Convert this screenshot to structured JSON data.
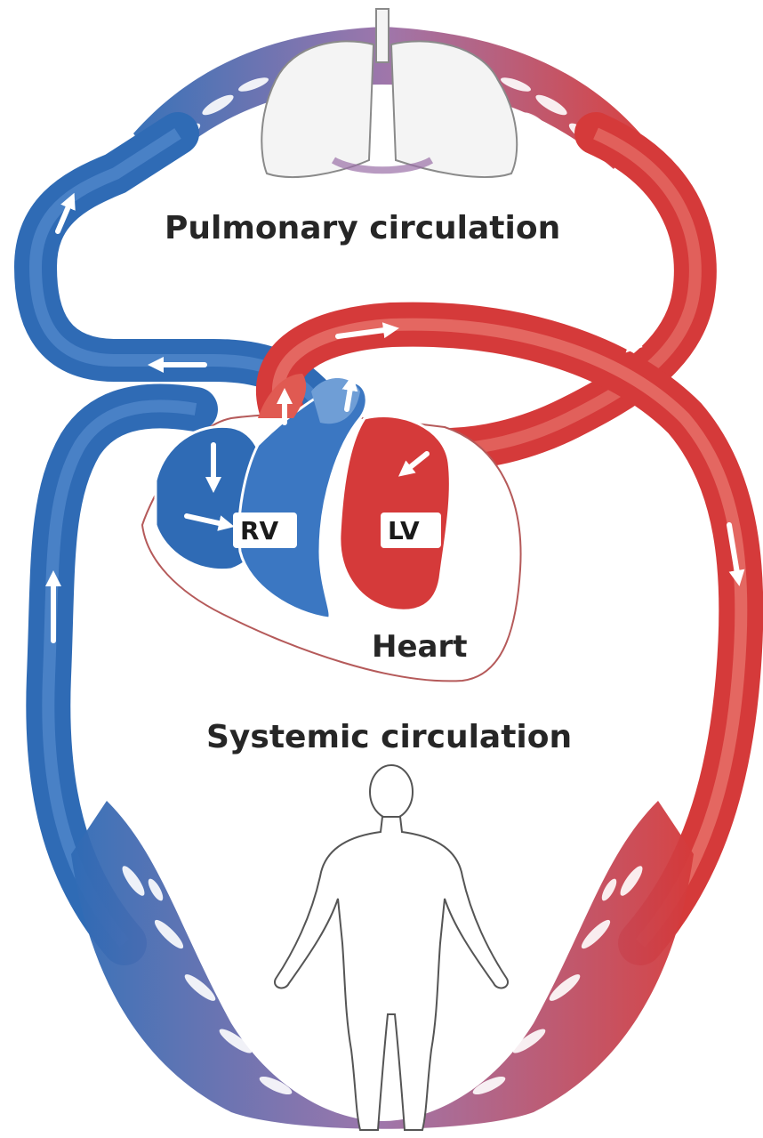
{
  "labels": {
    "pulmonary": "Pulmonary circulation",
    "systemic": "Systemic circulation",
    "heart": "Heart",
    "rv": "RV",
    "lv": "LV"
  },
  "colors": {
    "deoxygenated": "#2f6bb5",
    "deoxygenated_light": "#6f9ed6",
    "oxygenated": "#d53a3a",
    "oxygenated_light": "#ea8079",
    "capillary_mix": "#9a6fa6",
    "outline": "#b55a5a"
  },
  "icons": [
    "lungs-icon",
    "human-figure-icon",
    "heart-icon",
    "flow-arrow-icon"
  ]
}
